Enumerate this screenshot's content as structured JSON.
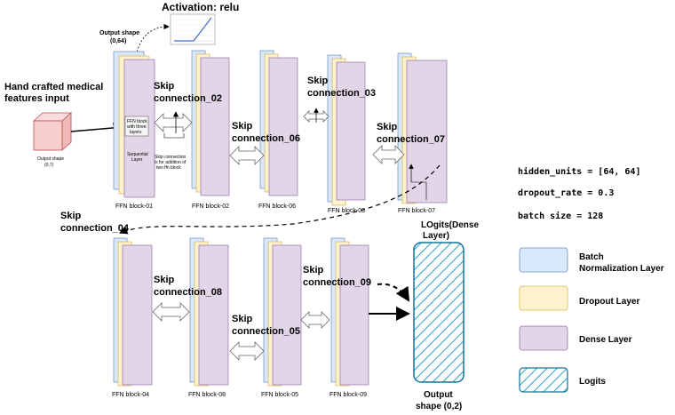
{
  "title": "Activation: relu",
  "input": {
    "label_line1": "Hand crafted medical",
    "label_line2": "features input",
    "shape": "Output shape",
    "shape_value": "(0,7)"
  },
  "output_shape_top": {
    "line1": "Output shape",
    "line2": "(0,64)"
  },
  "block01_notes": {
    "ffn_line1": "FFN block",
    "ffn_line2": "with three",
    "ffn_line3": "layers",
    "seq_line1": "Sequential",
    "seq_line2": "Layer",
    "skip_note_line1": "Skip connection",
    "skip_note_line2": "is for addition of",
    "skip_note_line3": "two ffn block"
  },
  "blocks": {
    "b01": "FFN block-01",
    "b02": "FFN block-02",
    "b06": "FFN block-06",
    "b03": "FFN block-03",
    "b07": "FFN block-07",
    "b04": "FFN block-04",
    "b08": "FFN block-08",
    "b05": "FFN block-05",
    "b09": "FFN block-09"
  },
  "skips": {
    "s02": [
      "Skip",
      "connection_02"
    ],
    "s06": [
      "Skip",
      "connection_06"
    ],
    "s03": [
      "Skip",
      "connection_03"
    ],
    "s07": [
      "Skip",
      "connection_07"
    ],
    "s04": [
      "Skip",
      "connection_04"
    ],
    "s08": [
      "Skip",
      "connection_08"
    ],
    "s05": [
      "Skip",
      "connection_05"
    ],
    "s09": [
      "Skip",
      "connection_09"
    ]
  },
  "logits": {
    "title_line1": "LOgits(Dense",
    "title_line2": "Layer)",
    "shape_line1": "Output",
    "shape_line2": "shape (0,2)"
  },
  "hyperparams": {
    "hidden_units": "hidden_units = [64, 64]",
    "dropout_rate": "dropout_rate = 0.3",
    "batch_size": "batch size = 128"
  },
  "legend": {
    "batch_norm_line1": "Batch",
    "batch_norm_line2": "Normalization Layer",
    "dropout": "Dropout Layer",
    "dense": "Dense Layer",
    "logits": "Logits"
  },
  "colors": {
    "batch_norm": "#dae8fc",
    "batch_norm_stroke": "#6c8ebf",
    "dropout": "#fff2cc",
    "dropout_stroke": "#d6b656",
    "dense": "#e1d5e7",
    "dense_stroke": "#9673a6",
    "logits": "#10739e",
    "input_cube": "#f8cecc",
    "input_cube_stroke": "#b85450"
  }
}
